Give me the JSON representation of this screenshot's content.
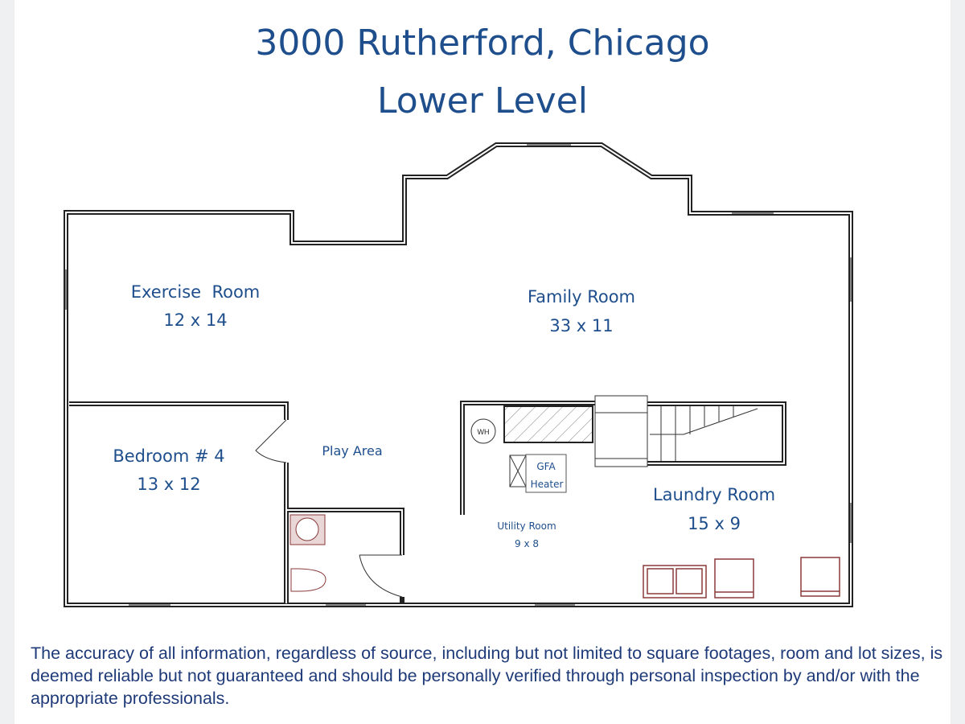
{
  "header": {
    "title": "3000 Rutherford, Chicago",
    "subtitle": "Lower Level"
  },
  "rooms": {
    "exercise": {
      "name": "Exercise  Room",
      "size": "12 x 14"
    },
    "family": {
      "name": "Family Room",
      "size": "33 x 11"
    },
    "bedroom": {
      "name": "Bedroom # 4",
      "size": "13 x 12"
    },
    "play": {
      "name": "Play Area"
    },
    "utility": {
      "name": "Utility Room",
      "size": "9 x 8"
    },
    "laundry": {
      "name": "Laundry Room",
      "size": "15 x 9"
    }
  },
  "fixtures": {
    "water_heater": "WH",
    "heater_line1": "GFA",
    "heater_line2": "Heater"
  },
  "colors": {
    "text": "#1e4e8c",
    "wall": "#222222",
    "fixture": "#8a3a3a"
  },
  "disclaimer": "The accuracy of all information, regardless of source, including but not limited to square footages, room and lot sizes, is deemed reliable but not guaranteed and should be personally verified through personal inspection by and/or with the appropriate professionals."
}
